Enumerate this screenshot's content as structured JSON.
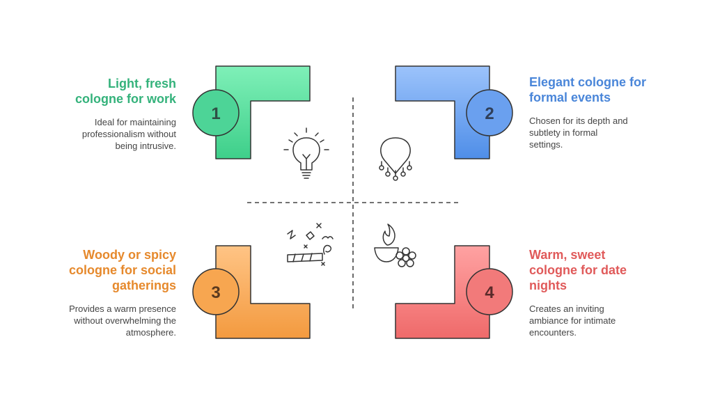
{
  "colors": {
    "green": "#3ecf8a",
    "blue": "#4f8ee8",
    "orange": "#f39a3f",
    "red": "#ef6a6a",
    "title_green": "#34b27b",
    "title_blue": "#4a86d9",
    "title_orange": "#e6892c",
    "title_red": "#e05a5a"
  },
  "quadrants": [
    {
      "number": "1",
      "title_lines": [
        "Light, fresh",
        "cologne for work"
      ],
      "description_lines": [
        "Ideal for maintaining",
        "professionalism without",
        "being intrusive."
      ],
      "icon": "lightbulb-icon"
    },
    {
      "number": "2",
      "title_lines": [
        "Elegant cologne for",
        "formal events"
      ],
      "description_lines": [
        "Chosen for its depth and",
        "subtlety in formal",
        "settings."
      ],
      "icon": "necklace-icon"
    },
    {
      "number": "3",
      "title_lines": [
        "Woody or spicy",
        "cologne for social",
        "gatherings"
      ],
      "description_lines": [
        "Provides a warm presence",
        "without overwhelming the",
        "atmosphere."
      ],
      "icon": "party-popper-icon"
    },
    {
      "number": "4",
      "title_lines": [
        "Warm, sweet",
        "cologne for date",
        "nights"
      ],
      "description_lines": [
        "Creates an inviting",
        "ambiance for intimate",
        "encounters."
      ],
      "icon": "candle-flower-icon"
    }
  ]
}
